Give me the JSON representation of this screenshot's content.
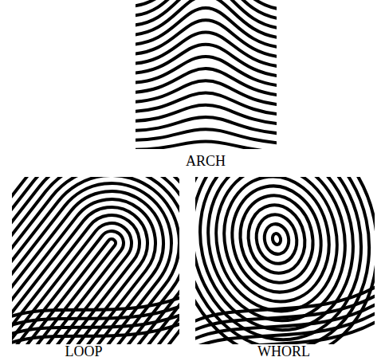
{
  "diagram": {
    "labels": [
      "ARCH",
      "LOOP",
      "WHORL"
    ]
  }
}
